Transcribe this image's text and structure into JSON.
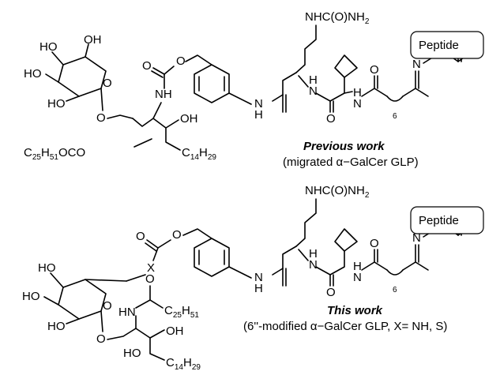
{
  "previous": {
    "urea_label": "NHC(O)NH",
    "urea_sub": "2",
    "peptide_label": "Peptide",
    "nh_peptide": "NH",
    "oxime_n": "N",
    "oxime_o": "O",
    "carbonyl_o": "O",
    "amide_h1": "H",
    "amide_n1": "N",
    "amide_h2": "H",
    "amide_n2": "N",
    "amide_o1": "O",
    "amide_o2": "O",
    "chain_sub": "6",
    "anilide_n": "N",
    "anilide_h": "H",
    "carbamate_o1": "O",
    "carbamate_o2": "O",
    "carbamate_nh": "NH",
    "ho1": "HO",
    "oh1": "OH",
    "ho2": "HO",
    "ho3": "HO",
    "ring_o": "O",
    "glyco_o": "O",
    "oh2": "OH",
    "ester_label": "C",
    "ester_sub1": "25",
    "ester_mid": "H",
    "ester_sub2": "51",
    "ester_tail": "OCO",
    "c14_label": "C",
    "c14_sub1": "14",
    "c14_mid": "H",
    "c14_sub2": "29",
    "caption_title": "Previous work",
    "caption_text": "(migrated α−GalCer GLP)"
  },
  "current": {
    "urea_label": "NHC(O)NH",
    "urea_sub": "2",
    "peptide_label": "Peptide",
    "nh_peptide": "NH",
    "oxime_n": "N",
    "oxime_o": "O",
    "carbonyl_o": "O",
    "amide_h1": "H",
    "amide_n1": "N",
    "amide_h2": "H",
    "amide_n2": "N",
    "amide_o1": "O",
    "amide_o2": "O",
    "chain_sub": "6",
    "anilide_n": "N",
    "anilide_h": "H",
    "ester_o": "O",
    "x_label": "X",
    "ho1": "HO",
    "ho2": "HO",
    "ho3": "HO",
    "ring_o": "O",
    "glyco_o": "O",
    "hn": "HN",
    "amide_o3": "O",
    "acyl_label": "C",
    "acyl_sub1": "25",
    "acyl_mid": "H",
    "acyl_sub2": "51",
    "oh": "OH",
    "ho4": "HO",
    "c14_label": "C",
    "c14_sub1": "14",
    "c14_mid": "H",
    "c14_sub2": "29",
    "caption_title": "This work",
    "caption_text": "(6''-modified α−GalCer GLP, X= NH, S)"
  }
}
